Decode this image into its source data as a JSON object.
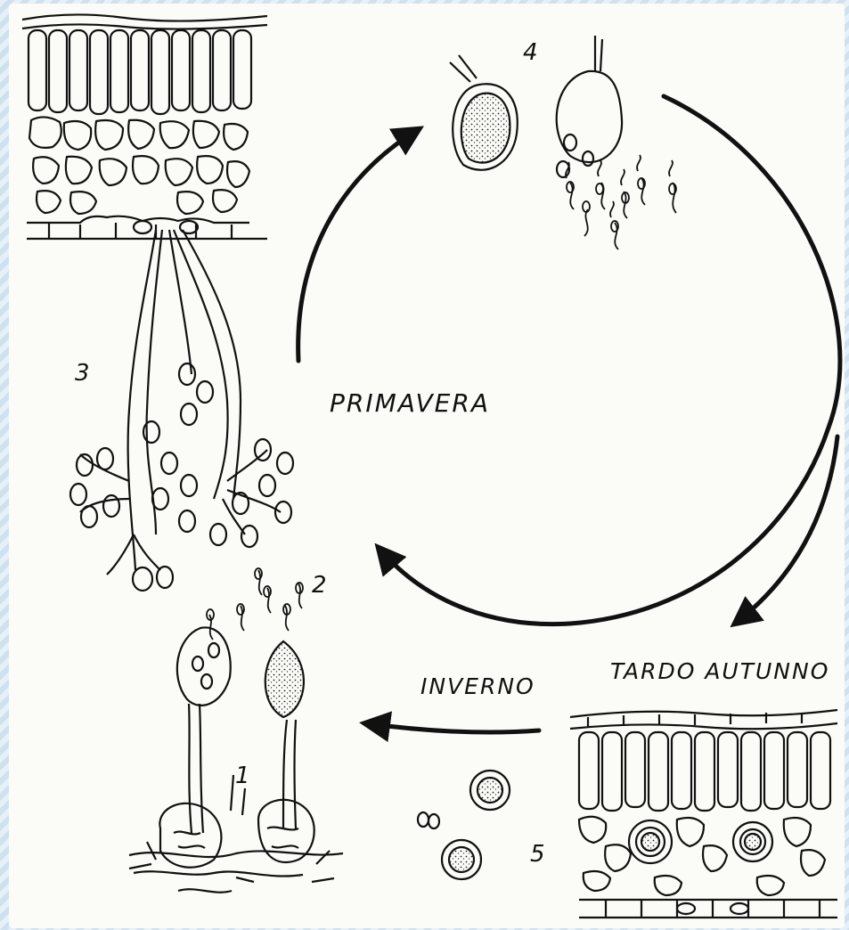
{
  "labels": {
    "season_spring": "PRIMAVERA",
    "season_winter": "INVERNO",
    "season_late_autumn": "TARDO AUTUNNO"
  },
  "stage_numbers": {
    "stage_1": "1",
    "stage_2": "2",
    "stage_3": "3",
    "stage_4": "4",
    "stage_5": "5"
  },
  "colors": {
    "ink": "#111111",
    "paper": "#fbfbf8",
    "frame": "#cfe0ef"
  }
}
